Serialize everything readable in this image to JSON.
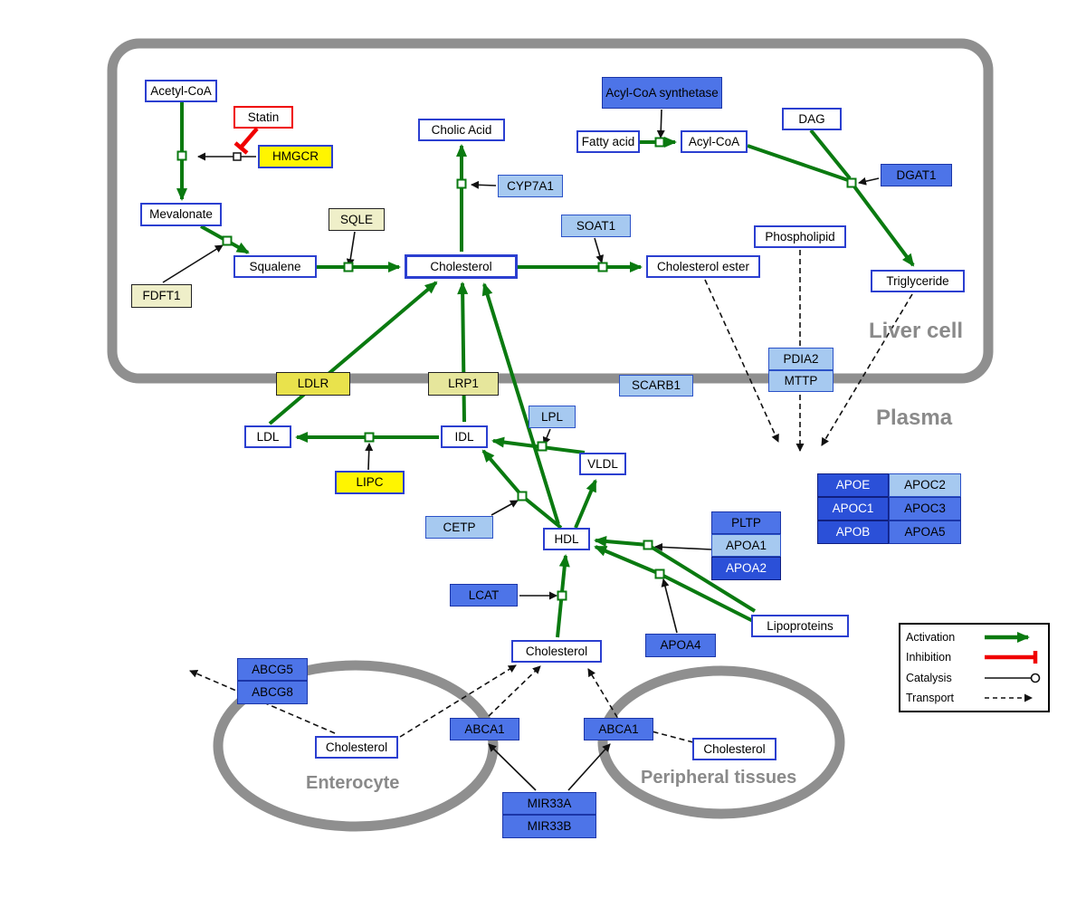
{
  "compartments": {
    "liver": "Liver cell",
    "plasma": "Plasma",
    "enterocyte": "Enterocyte",
    "peripheral": "Peripheral tissues"
  },
  "legend": {
    "activation": "Activation",
    "inhibition": "Inhibition",
    "catalysis": "Catalysis",
    "transport": "Transport"
  },
  "nodes": {
    "acetyl_coa": "Acetyl-CoA",
    "statin": "Statin",
    "hmgcr": "HMGCR",
    "mevalonate": "Mevalonate",
    "sqle": "SQLE",
    "fdft1": "FDFT1",
    "squalene": "Squalene",
    "cholesterol_liver": "Cholesterol",
    "cholic_acid": "Cholic Acid",
    "cyp7a1": "CYP7A1",
    "acyl_coa_synthetase": "Acyl-CoA synthetase",
    "fatty_acid": "Fatty acid",
    "acyl_coa": "Acyl-CoA",
    "dag": "DAG",
    "dgat1": "DGAT1",
    "soat1": "SOAT1",
    "cholesterol_ester": "Cholesterol ester",
    "phospholipid": "Phospholipid",
    "triglyceride": "Triglyceride",
    "ldlr": "LDLR",
    "lrp1": "LRP1",
    "scarb1": "SCARB1",
    "pdia2": "PDIA2",
    "mttp": "MTTP",
    "ldl": "LDL",
    "idl": "IDL",
    "lpl": "LPL",
    "vldl": "VLDL",
    "lipc": "LIPC",
    "cetp": "CETP",
    "hdl": "HDL",
    "pltp": "PLTP",
    "apoa1": "APOA1",
    "apoa2": "APOA2",
    "apoe": "APOE",
    "apoc2": "APOC2",
    "apoc1": "APOC1",
    "apoc3": "APOC3",
    "apob": "APOB",
    "apoa5": "APOA5",
    "lcat": "LCAT",
    "apoa4": "APOA4",
    "lipoproteins": "Lipoproteins",
    "cholesterol_plasma": "Cholesterol",
    "abcg5": "ABCG5",
    "abcg8": "ABCG8",
    "cholesterol_enterocyte": "Cholesterol",
    "abca1_center": "ABCA1",
    "abca1_right": "ABCA1",
    "cholesterol_peripheral": "Cholesterol",
    "mir33a": "MIR33A",
    "mir33b": "MIR33B"
  },
  "colors": {
    "activation_green": "#0A7A10",
    "inhibition_red": "#F00000",
    "membrane_gray": "#8F8F8F",
    "metabolite_border_blue": "#2B3FD0",
    "gene_blue": "#4D74E8",
    "gene_dark_blue": "#2B50D8",
    "gene_light_blue": "#A6C9F0",
    "gene_yellow": "#FFF500",
    "gene_pale_yellow": "#EFEFC9"
  }
}
